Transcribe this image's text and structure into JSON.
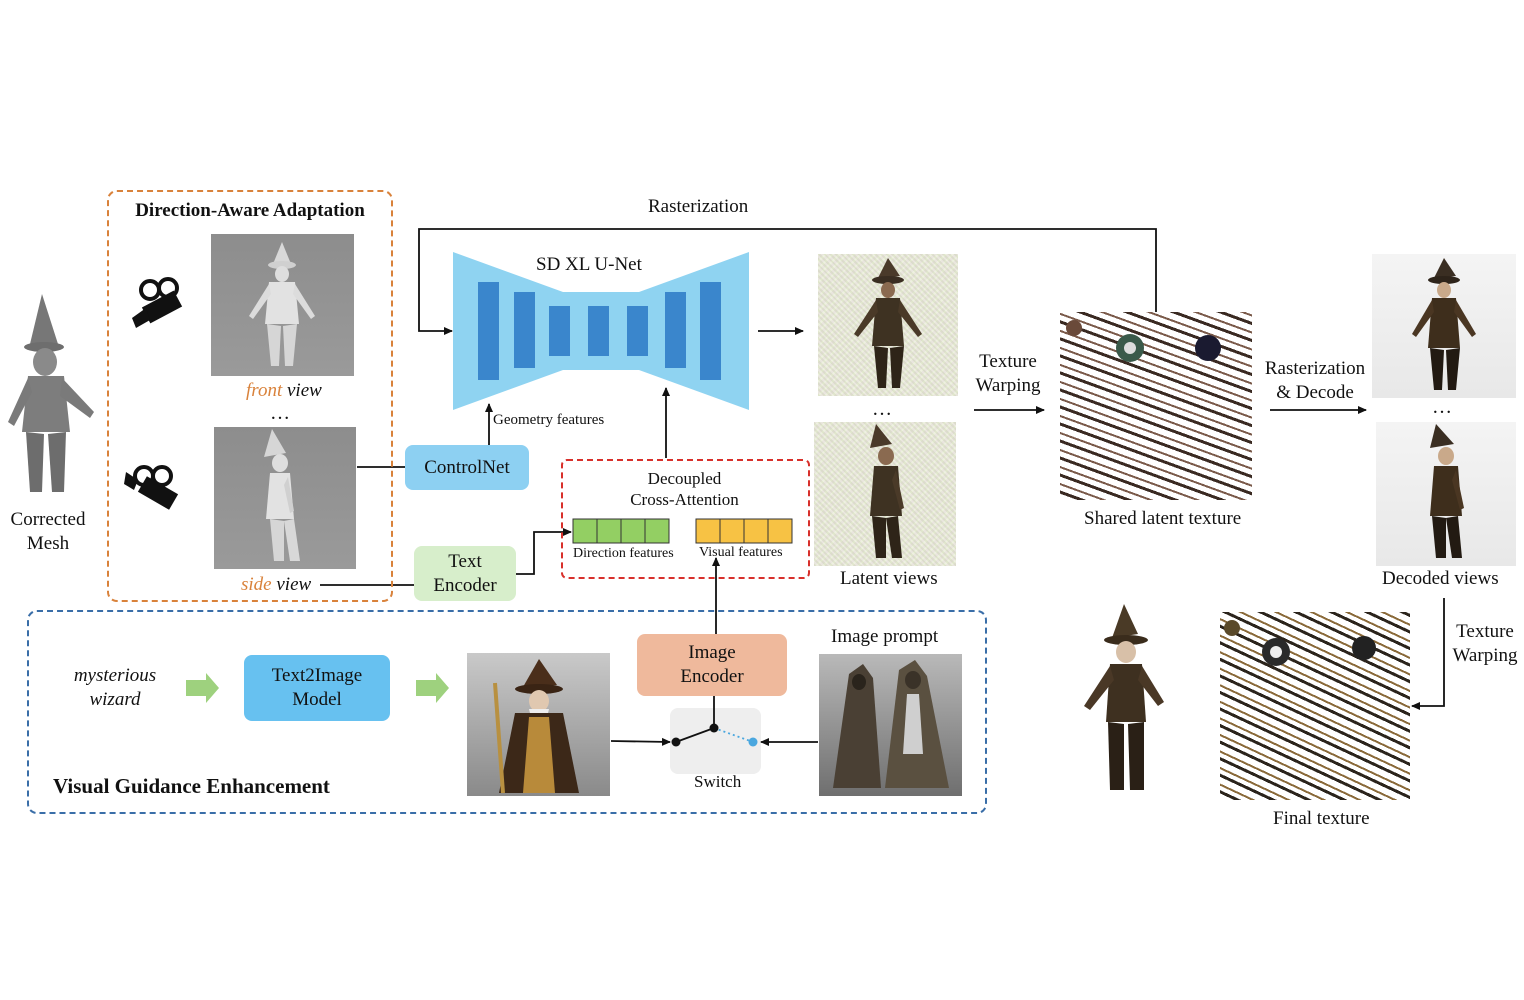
{
  "labels": {
    "corrected_mesh": "Corrected\nMesh",
    "daa_title": "Direction-Aware Adaptation",
    "front_word": "front",
    "side_word": "side",
    "view_word": " view",
    "ellipsis": "…",
    "rasterization_top": "Rasterization",
    "unet_title": "SD XL U-Net",
    "geometry_features": "Geometry features",
    "controlnet": "ControlNet",
    "text_encoder": "Text\nEncoder",
    "decoupled_cross_attention": "Decoupled\nCross-Attention",
    "direction_features": "Direction features",
    "visual_features": "Visual features",
    "latent_views": "Latent views",
    "texture_warping_1": "Texture\nWarping",
    "shared_latent_texture": "Shared latent texture",
    "rasterization_decode": "Rasterization\n& Decode",
    "decoded_views": "Decoded views",
    "texture_warping_2": "Texture\nWarping",
    "final_texture": "Final texture",
    "image_prompt": "Image prompt",
    "image_encoder": "Image\nEncoder",
    "switch": "Switch",
    "mysterious_wizard": "mysterious\nwizard",
    "text2image_model": "Text2Image\nModel",
    "vge_title": "Visual Guidance Enhancement"
  },
  "colors": {
    "orange_dash": "#d9823b",
    "blue_dash": "#3a6ea8",
    "red_dash": "#d8302b",
    "unet_light": "#8fd3f1",
    "unet_dark": "#3a86cc",
    "controlnet": "#8dd0f2",
    "text_encoder": "#d7eecb",
    "image_encoder": "#efb99c",
    "text2image": "#67c1f0",
    "direction_cells": "#93cf63",
    "visual_cells": "#f7c244",
    "switch_bg": "#eeeeee",
    "green_arrow": "#9ed17e"
  }
}
